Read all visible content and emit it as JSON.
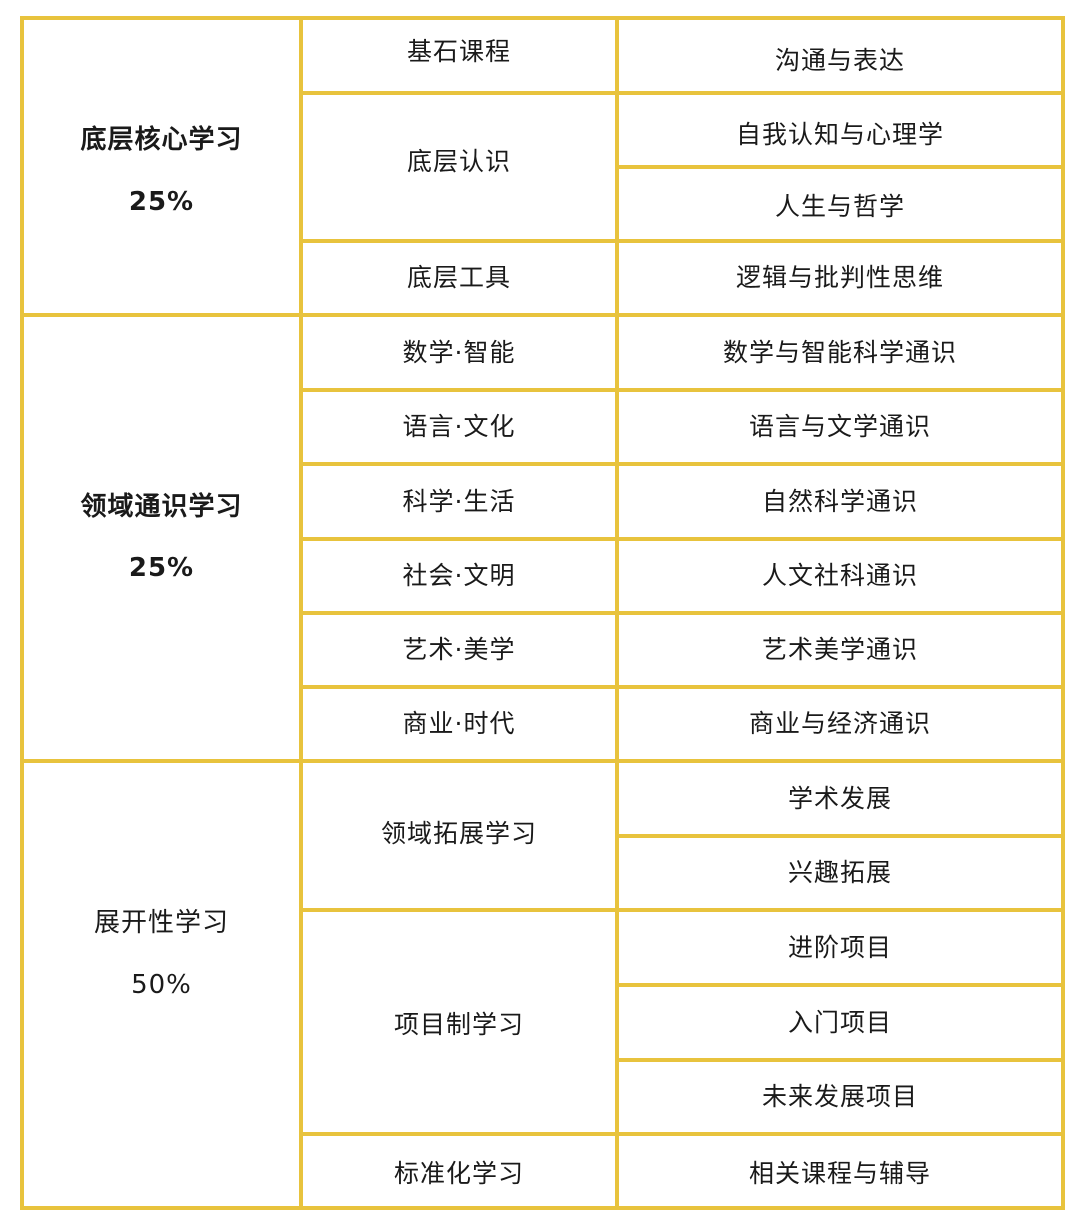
{
  "sections": [
    {
      "title": "底层核心学习",
      "percent": "25%",
      "groups": [
        {
          "name": "基石课程",
          "items": [
            "沟通与表达"
          ]
        },
        {
          "name": "底层认识",
          "items": [
            "自我认知与心理学",
            "人生与哲学"
          ]
        },
        {
          "name": "底层工具",
          "items": [
            "逻辑与批判性思维"
          ]
        }
      ]
    },
    {
      "title": "领域通识学习",
      "percent": "25%",
      "groups": [
        {
          "name": "数学·智能",
          "items": [
            "数学与智能科学通识"
          ]
        },
        {
          "name": "语言·文化",
          "items": [
            "语言与文学通识"
          ]
        },
        {
          "name": "科学·生活",
          "items": [
            "自然科学通识"
          ]
        },
        {
          "name": "社会·文明",
          "items": [
            "人文社科通识"
          ]
        },
        {
          "name": "艺术·美学",
          "items": [
            "艺术美学通识"
          ]
        },
        {
          "name": "商业·时代",
          "items": [
            "商业与经济通识"
          ]
        }
      ]
    },
    {
      "title": "展开性学习",
      "percent": "50%",
      "groups": [
        {
          "name": "领域拓展学习",
          "items": [
            "学术发展",
            "兴趣拓展"
          ]
        },
        {
          "name": "项目制学习",
          "items": [
            "进阶项目",
            "入门项目",
            "未来发展项目"
          ]
        },
        {
          "name": "标准化学习",
          "items": [
            "相关课程与辅导"
          ]
        }
      ]
    }
  ],
  "colors": {
    "border": "#e8c33d",
    "text": "#1a1a1a"
  }
}
